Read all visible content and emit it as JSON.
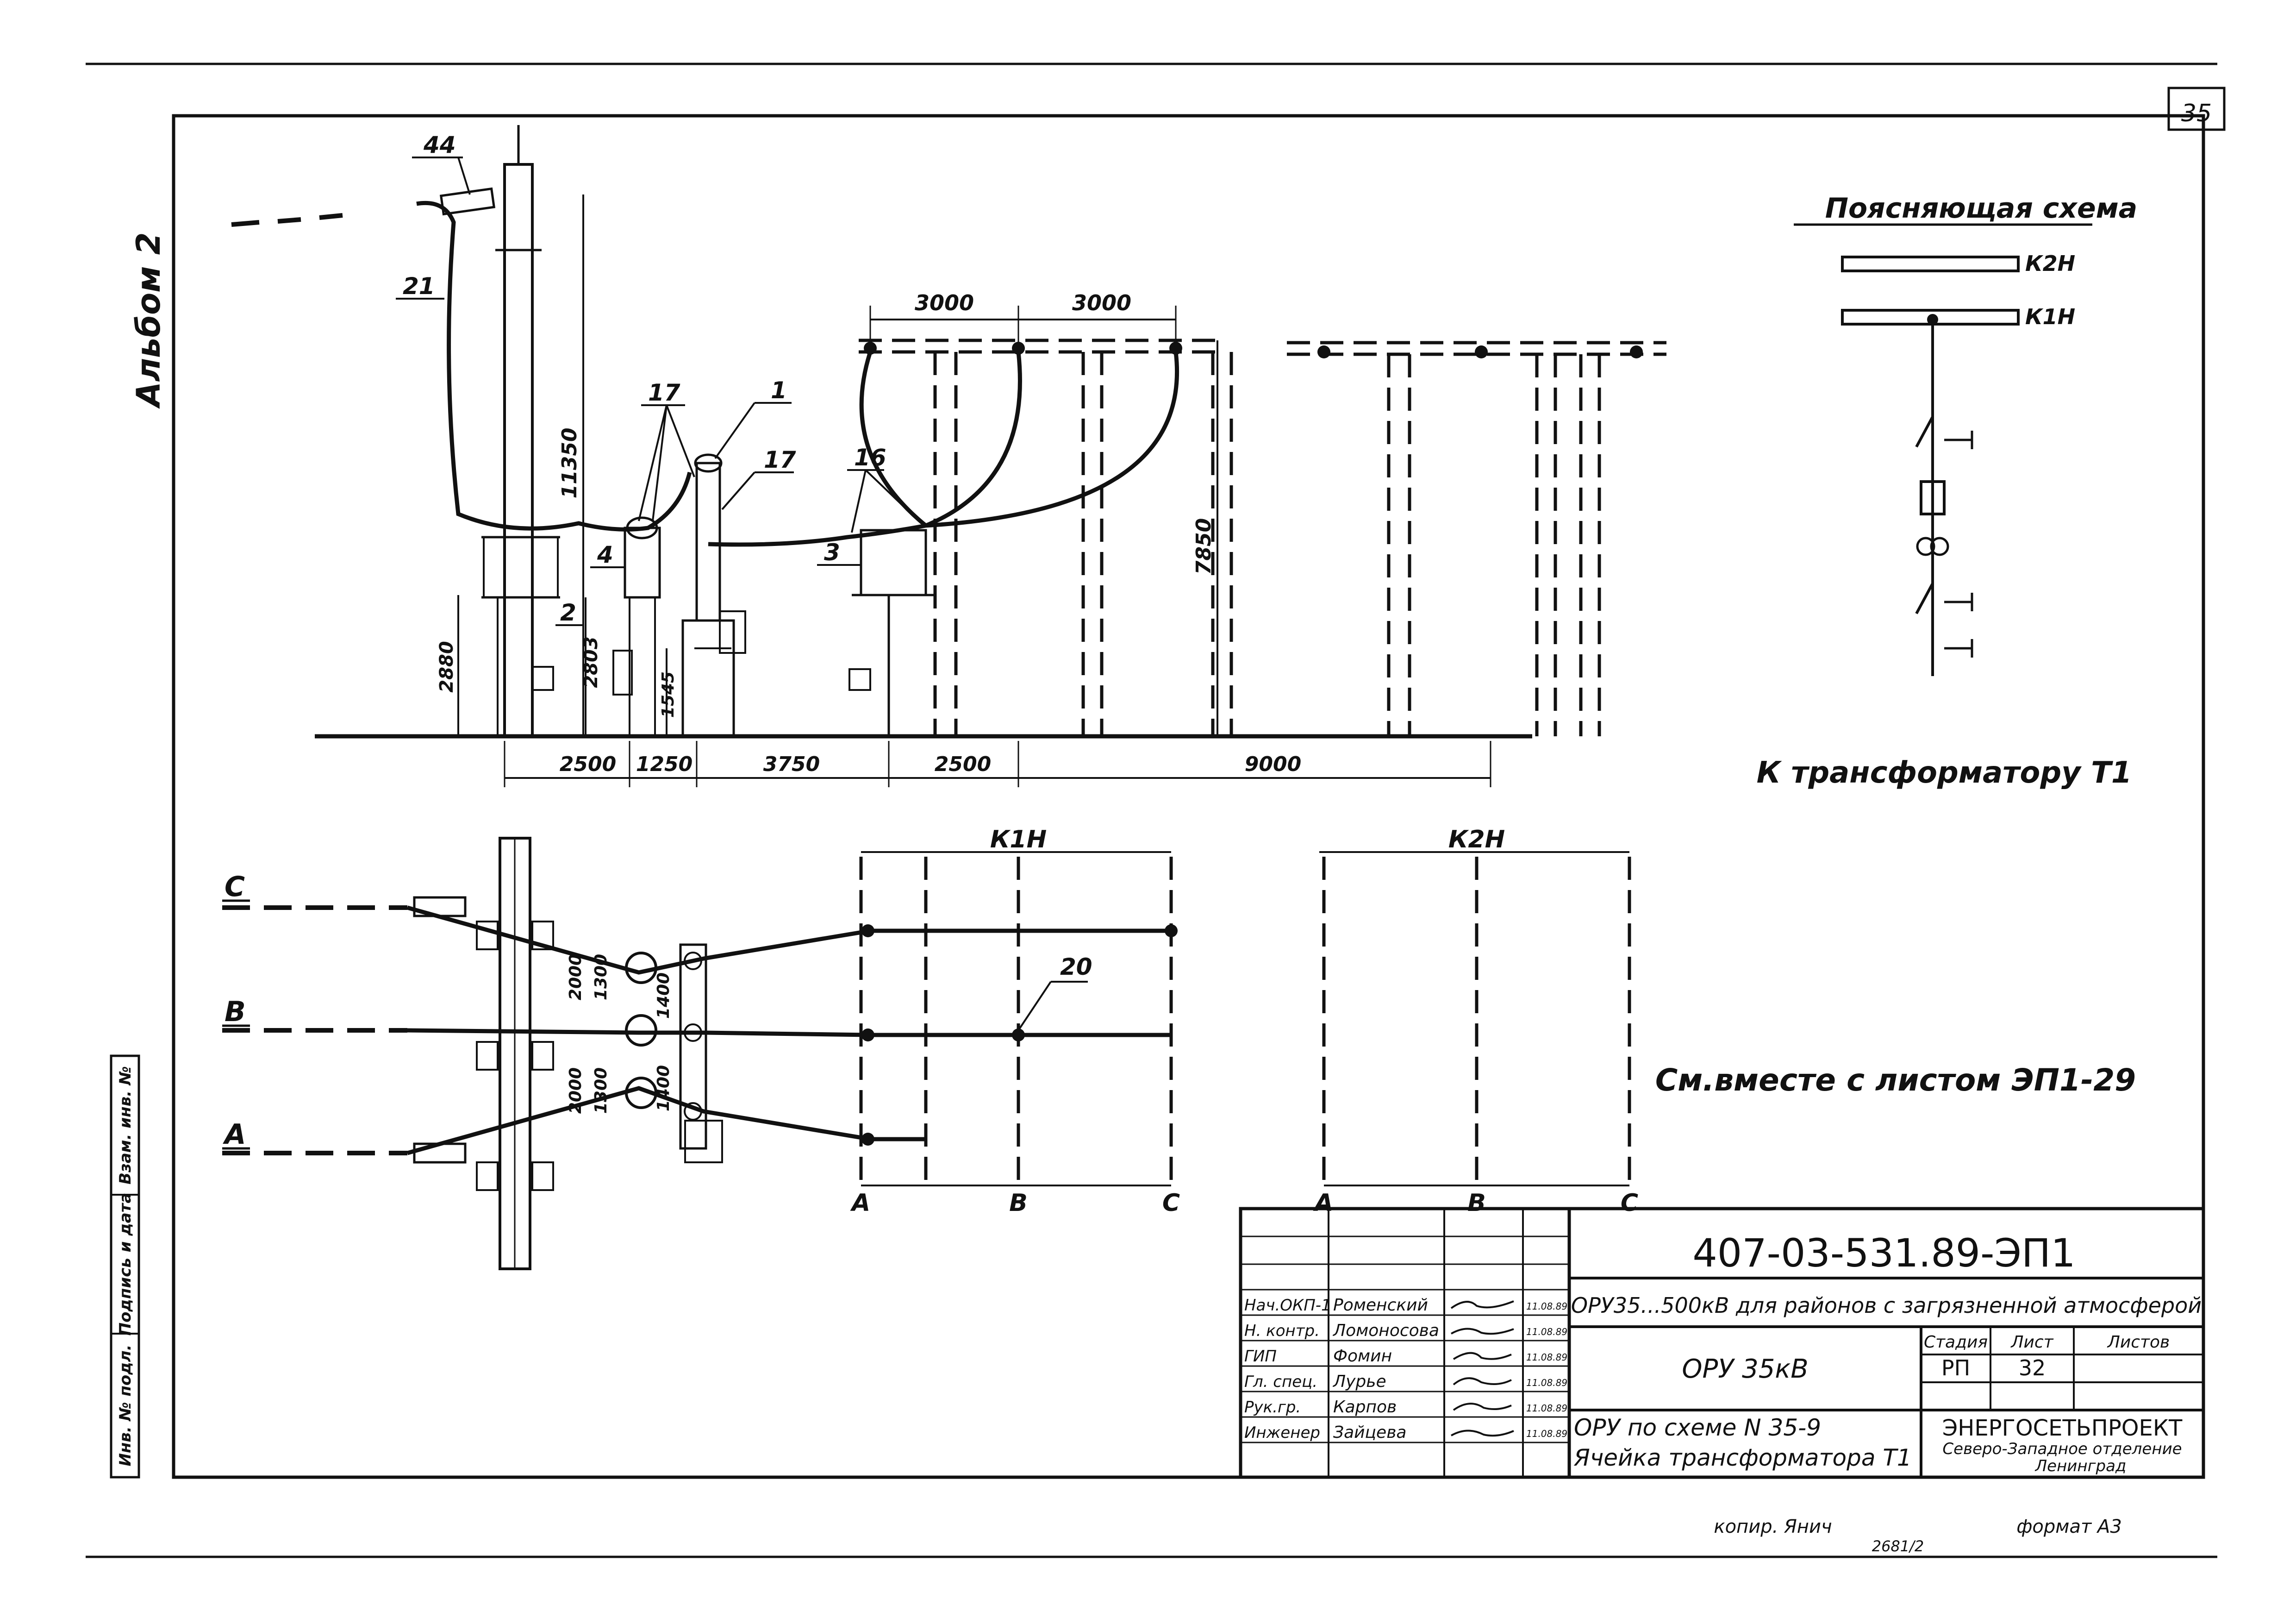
{
  "sheet": {
    "page_number": "35",
    "album_label": "Альбом 2"
  },
  "explanatory_scheme": {
    "title": "Поясняющая схема",
    "bus_k2": "К2Н",
    "bus_k1": "К1Н",
    "caption": "К трансформатору Т1"
  },
  "note": "См.вместе с листом ЭП1-29",
  "section": {
    "dim_top_1": "3000",
    "dim_top_2": "3000",
    "dim_bottom": [
      "2500",
      "1250",
      "3750",
      "2500",
      "9000"
    ],
    "height_11350": "11350",
    "height_7850": "7850",
    "height_2880": "2880",
    "height_2803": "2803",
    "height_1545": "1545",
    "labels": [
      "44",
      "21",
      "17",
      "1",
      "17",
      "16",
      "4",
      "3",
      "2"
    ]
  },
  "plan": {
    "phases": [
      "С",
      "В",
      "А"
    ],
    "bus_k1": "К1Н",
    "bus_k2": "К2Н",
    "dims": [
      "2000",
      "1300",
      "1400",
      "2000",
      "1300",
      "1400"
    ],
    "label_20": "20",
    "axis_k1": [
      "А",
      "В",
      "С"
    ],
    "axis_k2": [
      "А",
      "В",
      "С"
    ]
  },
  "left_strip": {
    "inv_podl": "Инв. № подл.",
    "podpis": "Подпись и дата",
    "vzam": "Взам. инв. №"
  },
  "title_block": {
    "code": "407-03-531.89-ЭП1",
    "project": "ОРУ35...500кВ для районов с загрязненной атмосферой",
    "object": "ОРУ 35кВ",
    "sheet_title_1": "ОРУ по схеме N 35-9",
    "sheet_title_2": "Ячейка трансформатора Т1",
    "stage_header": "Стадия",
    "sheet_header": "Лист",
    "sheets_header": "Листов",
    "stage": "РП",
    "sheet": "32",
    "org_1": "ЭНЕРГОСЕТЬПРОЕКТ",
    "org_2": "Северо-Западное отделение",
    "org_3": "Ленинград",
    "staff": [
      {
        "role": "Нач.ОКП-1",
        "name": "Роменский",
        "date": "11.08.89"
      },
      {
        "role": "Н. контр.",
        "name": "Ломоносова",
        "date": "11.08.89"
      },
      {
        "role": "ГИП",
        "name": "Фомин",
        "date": "11.08.89"
      },
      {
        "role": "Гл. спец.",
        "name": "Лурье",
        "date": "11.08.89"
      },
      {
        "role": "Рук.гр.",
        "name": "Карпов",
        "date": "11.08.89"
      },
      {
        "role": "Инженер",
        "name": "Зайцева",
        "date": "11.08.89"
      }
    ]
  },
  "footer": {
    "copied": "копир. Янич",
    "inv": "2681/2",
    "format": "формат А3"
  }
}
